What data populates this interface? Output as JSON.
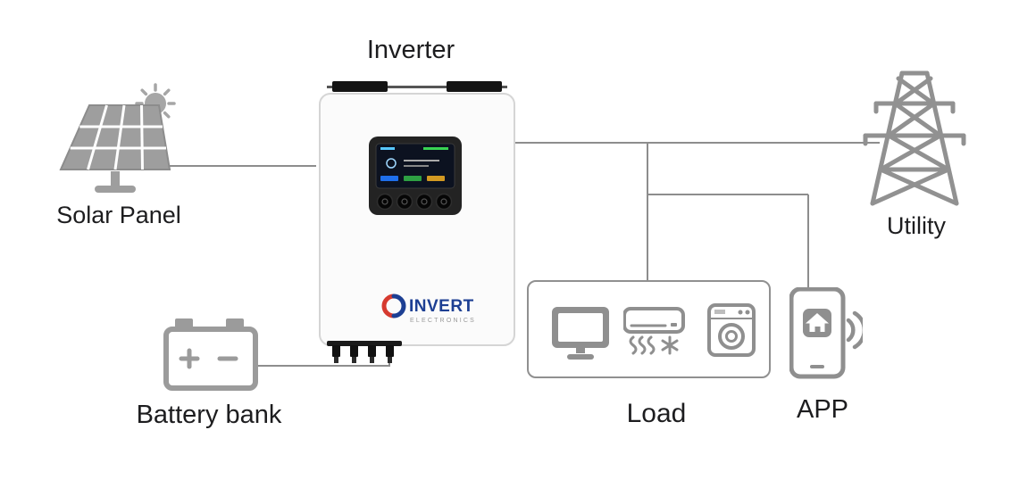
{
  "diagram": {
    "title": "Inverter",
    "labels": {
      "solar_panel": "Solar Panel",
      "utility": "Utility",
      "battery": "Battery bank",
      "load": "Load",
      "app": "APP"
    },
    "inverter": {
      "brand": "INVERT",
      "brand_subtitle": "ELECTRONICS"
    },
    "icons": [
      "solar-panel-icon",
      "sun-icon",
      "inverter-device",
      "utility-tower-icon",
      "battery-icon",
      "monitor-icon",
      "air-conditioner-icon",
      "washing-machine-icon",
      "smartphone-icon",
      "home-icon",
      "wifi-icon"
    ],
    "colors": {
      "icon_gray": "#9e9e9e",
      "line_gray": "#8d8d8d",
      "text": "#1d1d1f",
      "brand_blue": "#1d3f93",
      "brand_red": "#d63a2f"
    }
  }
}
